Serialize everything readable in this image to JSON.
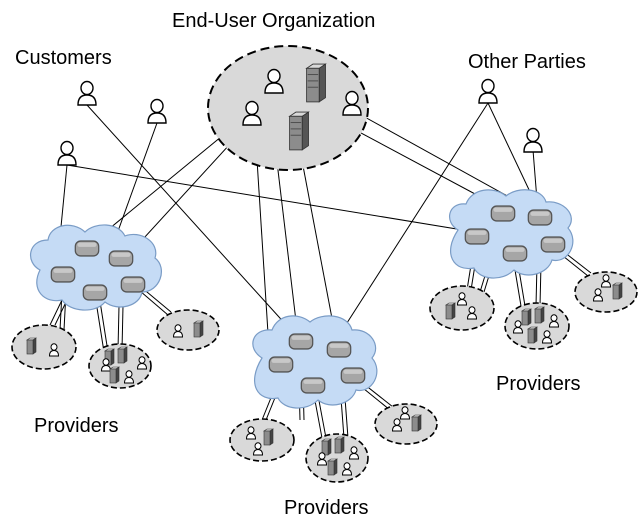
{
  "labels": {
    "end_user_org": "End-User Organization",
    "customers": "Customers",
    "other_parties": "Other Parties",
    "providers_left": "Providers",
    "providers_center": "Providers",
    "providers_right": "Providers"
  },
  "colors": {
    "cloud_fill": "#c5dbf5",
    "cloud_stroke": "#7a9cc6",
    "cluster_fill": "#d9d9d9",
    "router_fill": "#a6a6a6",
    "line": "#000000"
  },
  "icons": {
    "person": "person-icon",
    "server": "server-icon",
    "router": "router-icon"
  }
}
